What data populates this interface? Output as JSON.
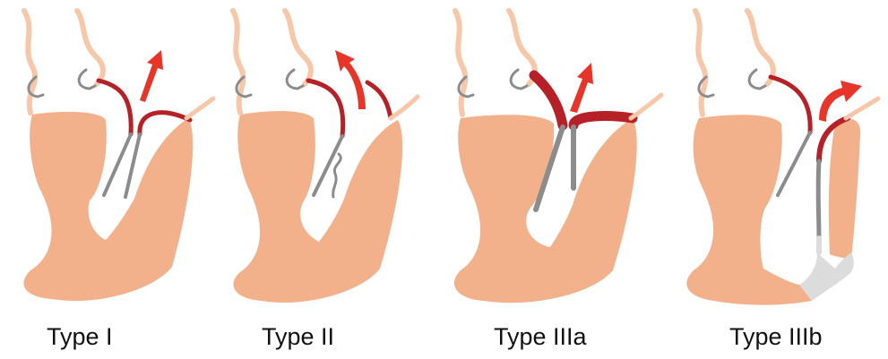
{
  "panels": [
    {
      "label": "Type I"
    },
    {
      "label": "Type II"
    },
    {
      "label": "Type IIIa"
    },
    {
      "label": "Type IIIb"
    }
  ],
  "colors": {
    "body": "#F2B08B",
    "tube_pale": "#F6C7A8",
    "vessel": "#B52127",
    "arrow": "#E8352A",
    "fiber": "#8C8C8C",
    "cap": "#DCDCDC"
  },
  "icons": [
    "hook-icon",
    "up-arrow-icon"
  ]
}
